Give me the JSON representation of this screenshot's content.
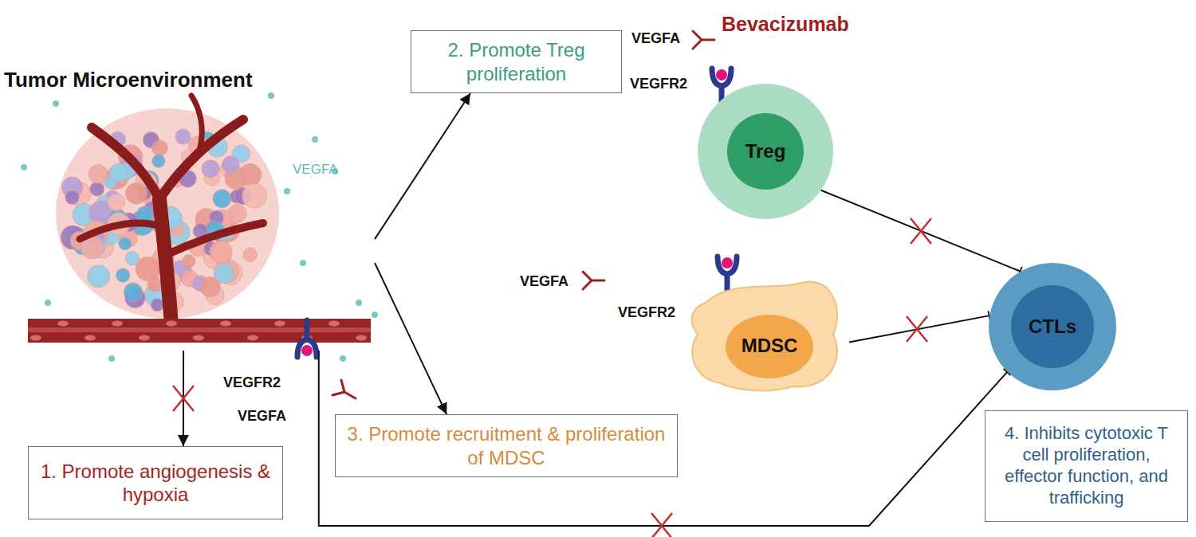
{
  "diagram": {
    "nodes": [
      {
        "text": [
          "Tumor Microenvironment",
          "VEGFA"
        ]
      },
      {
        "text": [
          "1. Promote angiogenesis & hypoxia"
        ]
      },
      {
        "text": [
          "2. Promote Treg proliferation"
        ]
      },
      {
        "text": [
          "Treg"
        ]
      },
      {
        "text": [
          "3. Promote recruitment & proliferation of MDSC"
        ]
      },
      {
        "text": [
          "MDSC"
        ]
      },
      {
        "text": [
          "CTLs"
        ]
      },
      {
        "text": [
          "4. Inhibits cytotoxic T cell proliferation, effector function, and trafficking"
        ]
      }
    ],
    "edges": [
      {
        "from": 0,
        "to": 1,
        "arrow": "to"
      },
      {
        "from": 0,
        "to": 2,
        "arrow": "to"
      },
      {
        "from": 0,
        "to": 4,
        "arrow": "to"
      },
      {
        "from": 3,
        "to": 6,
        "arrow": "to"
      },
      {
        "from": 5,
        "to": 6,
        "arrow": "to"
      },
      {
        "from": 0,
        "to": 6,
        "arrow": "to"
      }
    ],
    "labels": [
      "VEGFA",
      "Bevacizumab",
      "VEGFR2",
      "VEGFA",
      "VEGFR2",
      "VEGFR2",
      "VEGFA"
    ]
  }
}
